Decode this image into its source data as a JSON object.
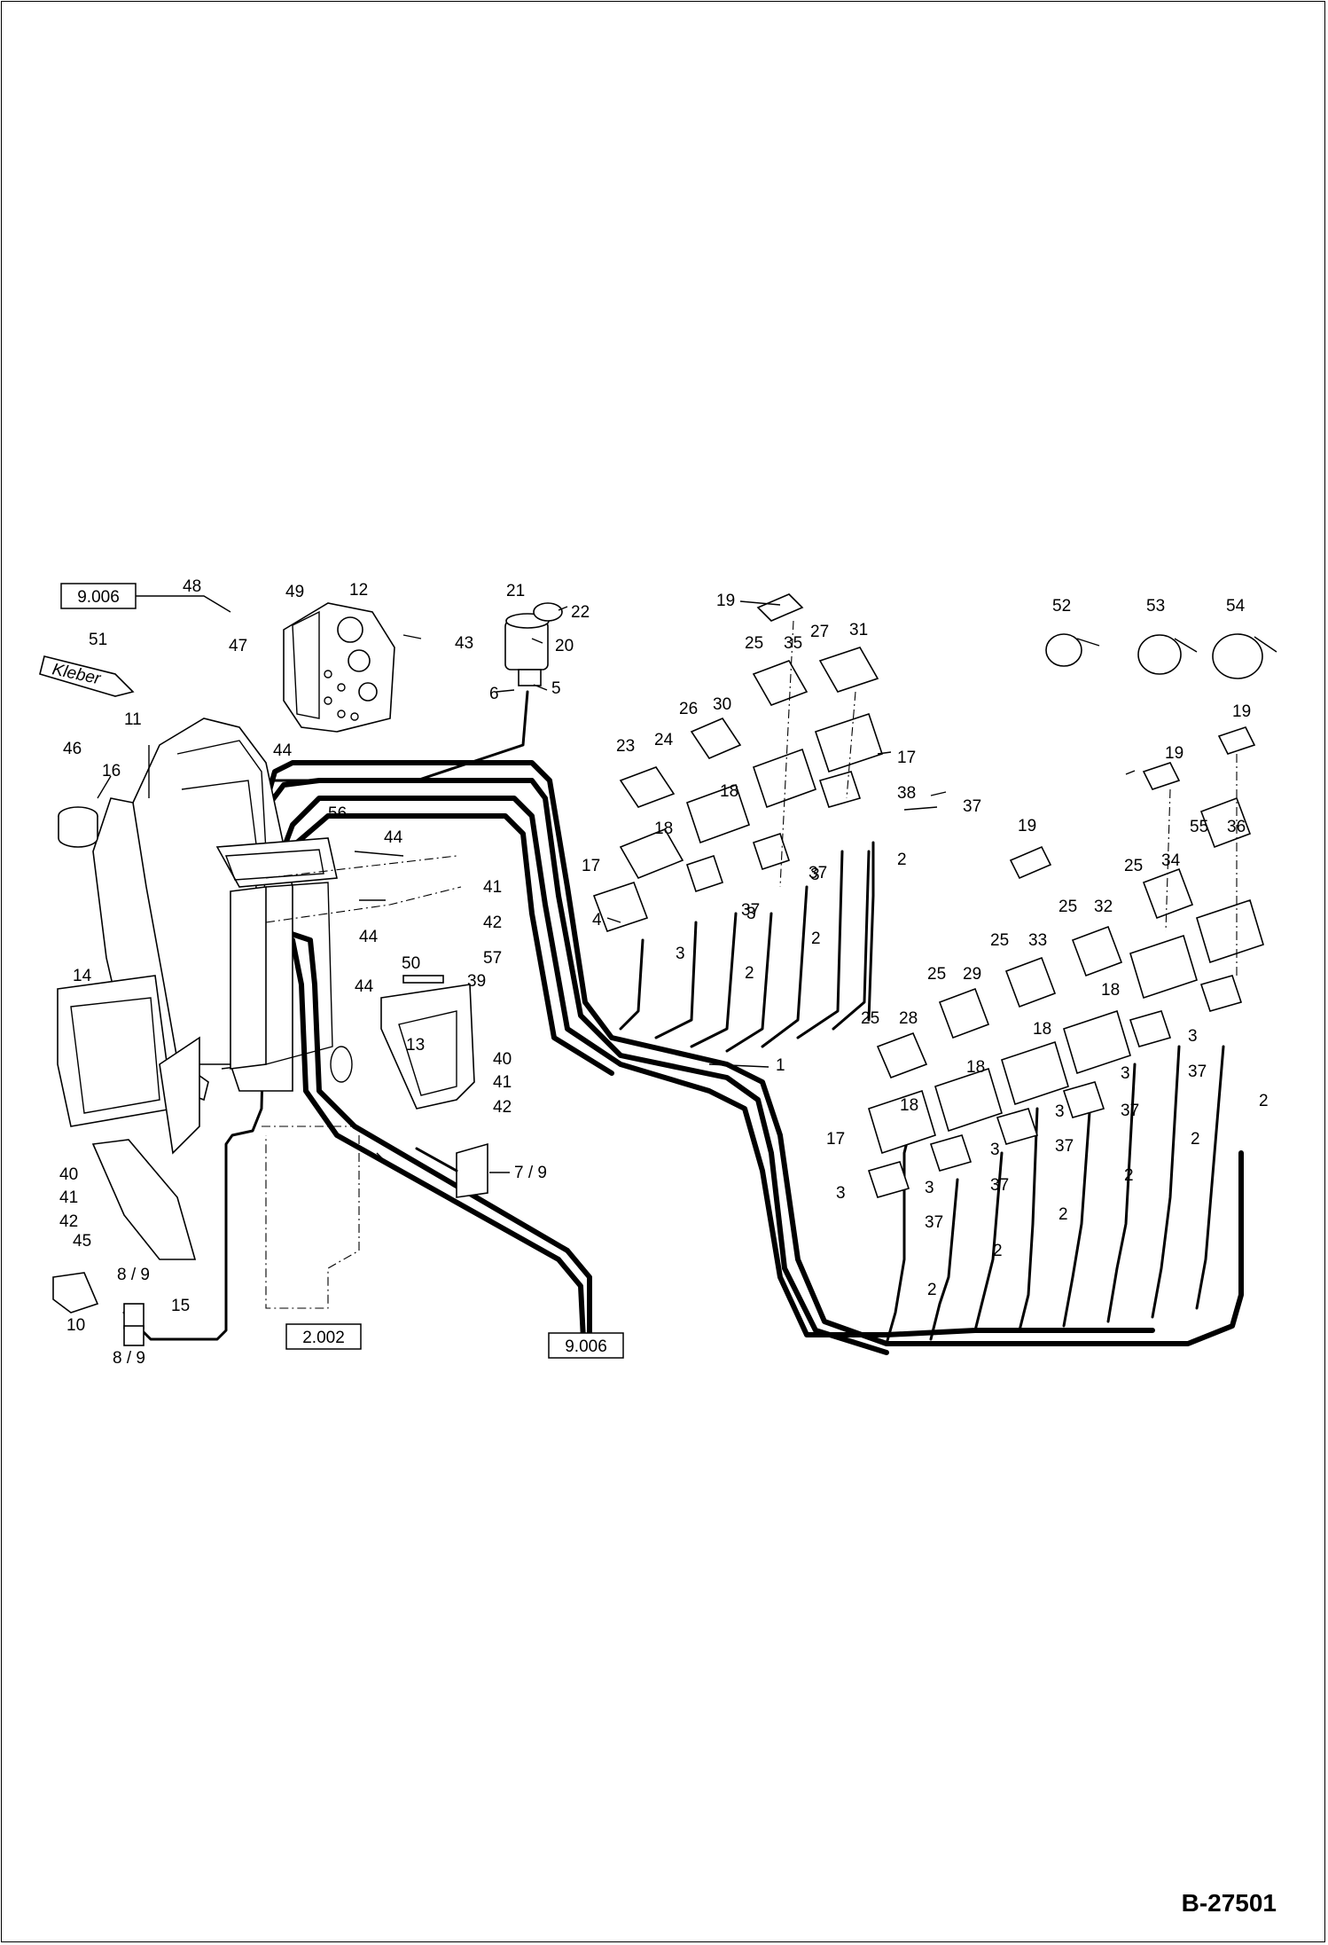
{
  "drawing_number": "B-27501",
  "references": {
    "top_left": "9.006",
    "bottom_center": "2.002",
    "bottom_cable": "9.006"
  },
  "callouts": {
    "c1": "1",
    "c2": "2",
    "c3": "3",
    "c4": "4",
    "c5": "5",
    "c6": "6",
    "c7_9": "7 / 9",
    "c8_9a": "8 / 9",
    "c8_9b": "8 / 9",
    "c10": "10",
    "c11": "11",
    "c12": "12",
    "c13": "13",
    "c14": "14",
    "c15": "15",
    "c16": "16",
    "c17": "17",
    "c18": "18",
    "c19": "19",
    "c20": "20",
    "c21": "21",
    "c22": "22",
    "c23": "23",
    "c24": "24",
    "c25": "25",
    "c26": "26",
    "c27": "27",
    "c28": "28",
    "c29": "29",
    "c30": "30",
    "c31": "31",
    "c32": "32",
    "c33": "33",
    "c34": "34",
    "c35": "35",
    "c36": "36",
    "c37": "37",
    "c38": "38",
    "c39": "39",
    "c40": "40",
    "c41": "41",
    "c42": "42",
    "c43": "43",
    "c44": "44",
    "c45": "45",
    "c46": "46",
    "c47": "47",
    "c48": "48",
    "c49": "49",
    "c50": "50",
    "c51": "51",
    "c52": "52",
    "c53": "53",
    "c54": "54",
    "c55": "55",
    "c56": "56",
    "c57": "57"
  },
  "glue_tube_text": "Kleber"
}
